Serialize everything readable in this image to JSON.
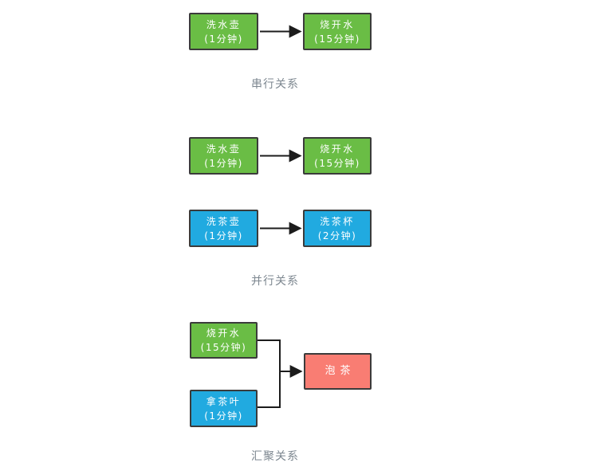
{
  "diagram": {
    "colors": {
      "green": "#6abd45",
      "blue": "#21aae0",
      "red": "#f97d73",
      "border": "#3b3b3b",
      "arrow": "#1c1c1c",
      "label": "#7d8790"
    },
    "serial": {
      "caption": "串行关系",
      "wash_kettle": {
        "name": "洗水壶",
        "duration": "(1分钟)"
      },
      "boil_water": {
        "name": "烧开水",
        "duration": "(15分钟)"
      }
    },
    "parallel": {
      "caption": "并行关系",
      "wash_kettle": {
        "name": "洗水壶",
        "duration": "(1分钟)"
      },
      "boil_water": {
        "name": "烧开水",
        "duration": "(15分钟)"
      },
      "wash_teapot": {
        "name": "洗茶壶",
        "duration": "(1分钟)"
      },
      "wash_teacup": {
        "name": "洗茶杯",
        "duration": "(2分钟)"
      }
    },
    "converge": {
      "caption": "汇聚关系",
      "boil_water": {
        "name": "烧开水",
        "duration": "(15分钟)"
      },
      "take_tea_leaves": {
        "name": "拿茶叶",
        "duration": "(1分钟)"
      },
      "make_tea": {
        "name": "泡茶"
      }
    }
  }
}
